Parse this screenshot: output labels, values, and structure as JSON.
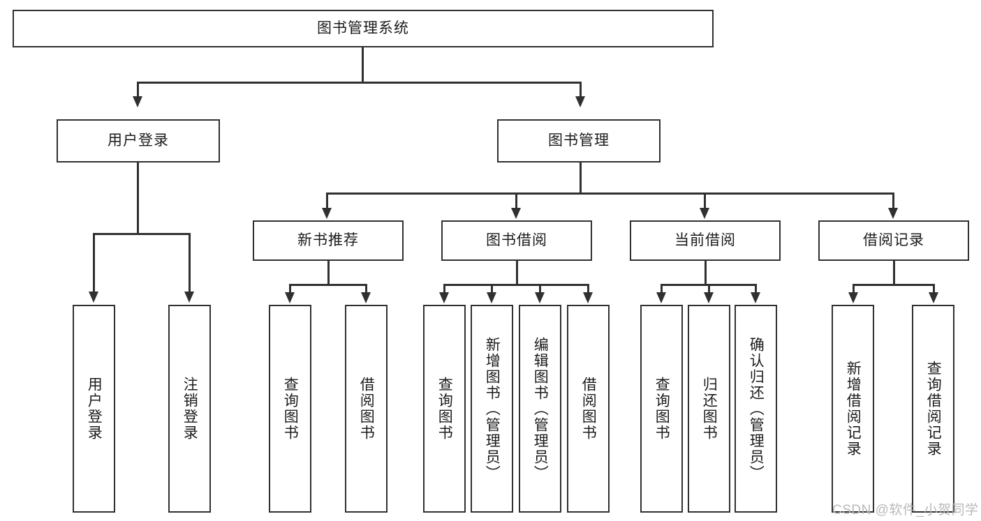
{
  "diagram": {
    "title_node": {
      "label": "图书管理系统"
    },
    "level2": [
      {
        "id": "user-login",
        "label": "用户登录"
      },
      {
        "id": "book-management",
        "label": "图书管理"
      }
    ],
    "level3": [
      {
        "id": "new-book-recommend",
        "label": "新书推荐"
      },
      {
        "id": "book-borrow",
        "label": "图书借阅"
      },
      {
        "id": "current-borrow",
        "label": "当前借阅"
      },
      {
        "id": "borrow-record",
        "label": "借阅记录"
      }
    ],
    "leaves": {
      "user_login": [
        {
          "id": "leaf-user-login",
          "label": "用户登录"
        },
        {
          "id": "leaf-logout-login",
          "label": "注销登录"
        }
      ],
      "new_book_recommend": [
        {
          "id": "leaf-query-book-1",
          "label": "查询图书"
        },
        {
          "id": "leaf-borrow-book-1",
          "label": "借阅图书"
        }
      ],
      "book_borrow": [
        {
          "id": "leaf-query-book-2",
          "label": "查询图书"
        },
        {
          "id": "leaf-add-book",
          "label": "新增图书（管理员）"
        },
        {
          "id": "leaf-edit-book",
          "label": "编辑图书（管理员）"
        },
        {
          "id": "leaf-borrow-book-2",
          "label": "借阅图书"
        }
      ],
      "current_borrow": [
        {
          "id": "leaf-query-book-3",
          "label": "查询图书"
        },
        {
          "id": "leaf-return-book",
          "label": "归还图书"
        },
        {
          "id": "leaf-confirm-return",
          "label": "确认归还（管理员）"
        }
      ],
      "borrow_record": [
        {
          "id": "leaf-add-borrow-record",
          "label": "新增借阅记录"
        },
        {
          "id": "leaf-query-borrow-record",
          "label": "查询借阅记录"
        }
      ]
    },
    "watermark": {
      "text": "CSDN @软件_小贺同学"
    },
    "colors": {
      "stroke": "#303030",
      "fill": "#ffffff",
      "text": "#1b1b1b",
      "watermark": "#b9b9b9"
    }
  }
}
